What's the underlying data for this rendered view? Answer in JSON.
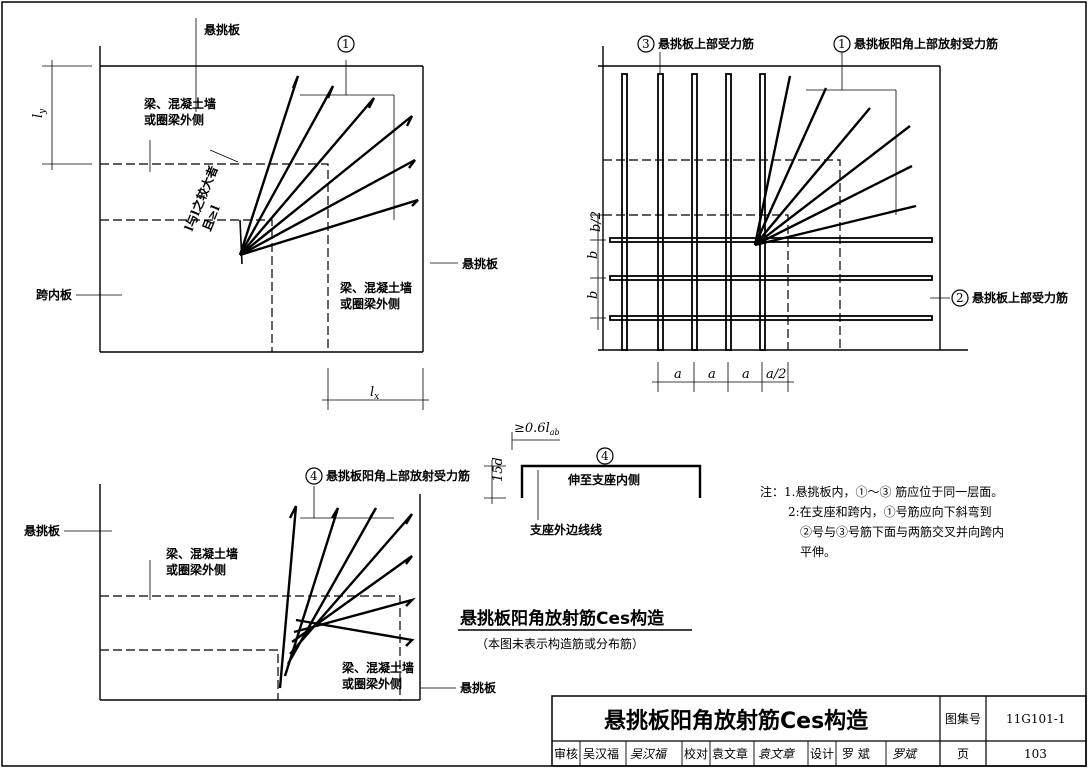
{
  "main_title": "悬挑板阳角放射筋Ces构造",
  "main_title_note": "（本图未表示构造筋或分布筋）",
  "left_top": {
    "label_xuantiaoban_top": "悬挑板",
    "label_beam_1": "梁、混凝土墙",
    "label_beam_2": "或圈梁外侧",
    "label_beam2_1": "梁、混凝土墙",
    "label_beam2_2": "或圈梁外侧",
    "label_xuantiaoban_right": "悬挑板",
    "label_kuanei": "跨内板",
    "circle_1": "1",
    "dim_ly": "l",
    "dim_ly_sub": "y",
    "dim_lx": "l",
    "dim_lx_sub": "x",
    "diag_text_1": "l与l之较大者",
    "diag_text_2": "且≥l"
  },
  "right_top": {
    "label_3": "3",
    "label_3_text": "悬挑板上部受力筋",
    "label_1": "1",
    "label_1_text": "悬挑板阳角上部放射受力筋",
    "label_2": "2",
    "label_2_text": "悬挑板上部受力筋",
    "dim_b_half": "b/2",
    "dim_b1": "b",
    "dim_b2": "b",
    "dim_a1": "a",
    "dim_a2": "a",
    "dim_a3": "a",
    "dim_a_half": "a/2"
  },
  "detail": {
    "dim_06": "≥0.6l",
    "dim_06_sub": "ab",
    "circle_4": "4",
    "text_extend": "伸至支座内侧",
    "dim_15d": "15d",
    "text_support": "支座外边线线"
  },
  "bottom_left": {
    "label_4": "4",
    "label_4_text": "悬挑板阳角上部放射受力筋",
    "label_xuantiaoban_left": "悬挑板",
    "label_beam_1": "梁、混凝土墙",
    "label_beam_2": "或圈梁外侧",
    "label_beam2_1": "梁、混凝土墙",
    "label_beam2_2": "或圈梁外侧",
    "label_xuantiaoban_right": "悬挑板"
  },
  "notes": {
    "line1": "注：1.悬挑板内，①～③ 筋应位于同一层面。",
    "line2": "2:在支座和跨内，①号筋应向下斜弯到",
    "line3": "②号与③号筋下面与两筋交叉并向跨内",
    "line4": "平伸。"
  },
  "title_block": {
    "title": "悬挑板阳角放射筋Ces构造",
    "atlas_label": "图集号",
    "atlas_no": "11G101-1",
    "page_label": "页",
    "page_no": "103",
    "row": [
      "审核",
      "吴汉福",
      "吴汉福",
      "校对",
      "袁文章",
      "袁文章",
      "设计",
      "罗 斌",
      "罗斌"
    ]
  }
}
